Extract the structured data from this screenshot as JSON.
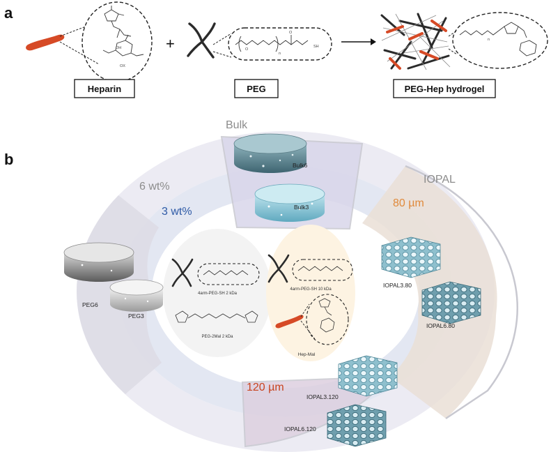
{
  "panels": {
    "a": "a",
    "b": "b"
  },
  "reaction": {
    "plus": "+",
    "boxes": {
      "heparin": "Heparin",
      "peg": "PEG",
      "hydrogel": "PEG-Hep hydrogel"
    },
    "chem": {
      "oh": "OH",
      "ox": "OX",
      "o1": "O",
      "o2": "O",
      "sh": "SH",
      "n": "n",
      "n2": "n"
    }
  },
  "ring": {
    "labels": {
      "bulk": "Bulk",
      "iopal": "IOPAL",
      "wt6": "6 wt%",
      "wt3": "3 wt%",
      "um80": "80 µm",
      "um120": "120 µm"
    },
    "items": {
      "bulk6": "Bulk6",
      "bulk3": "Bulk3",
      "peg6": "PEG6",
      "peg3": "PEG3",
      "iopal380": "IOPAL3.80",
      "iopal680": "IOPAL6.80",
      "iopal3120": "IOPAL3.120",
      "iopal6120": "IOPAL6.120"
    },
    "center": {
      "peg_sh_2": "4arm-PEG-SH 2 kDa",
      "peg_2mal": "PEG-2Mal 2 kDa",
      "peg_sh_10": "4arm-PEG-SH 10 kDa",
      "hep_mal": "Hep-Mal"
    }
  },
  "colors": {
    "heparin": "#d64a26",
    "peg": "#2b2b2b",
    "wt3": "#2e5aa6",
    "um80": "#e08a3c",
    "um120": "#c8441f",
    "label_grey": "#8c8c8c"
  }
}
